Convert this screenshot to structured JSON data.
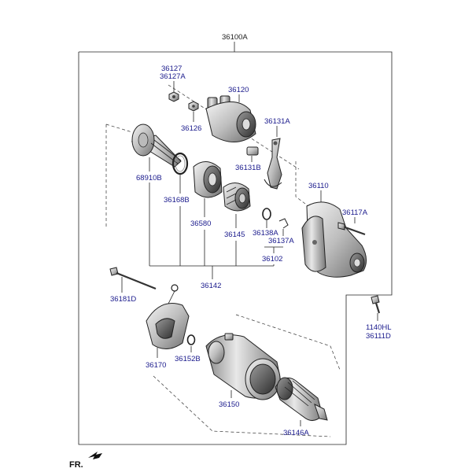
{
  "diagram": {
    "assembly_label": "36100A",
    "front_label": "FR.",
    "labels": {
      "p36127": "36127",
      "p36127a": "36127A",
      "p36120": "36120",
      "p36126": "36126",
      "p36131a": "36131A",
      "p36131b": "36131B",
      "p68910b": "68910B",
      "p36168b": "36168B",
      "p36110": "36110",
      "p36117a": "36117A",
      "p36580": "36580",
      "p36145": "36145",
      "p36138a": "36138A",
      "p36137a": "36137A",
      "p36102": "36102",
      "p36142": "36142",
      "p36181d": "36181D",
      "p36170": "36170",
      "p36152b": "36152B",
      "p36150": "36150",
      "p36146a": "36146A",
      "p1140hl": "1140HL",
      "p36111d": "36111D"
    },
    "colors": {
      "part_number": "#1a1a8c",
      "assembly_number": "#222222",
      "line": "#222222"
    }
  }
}
